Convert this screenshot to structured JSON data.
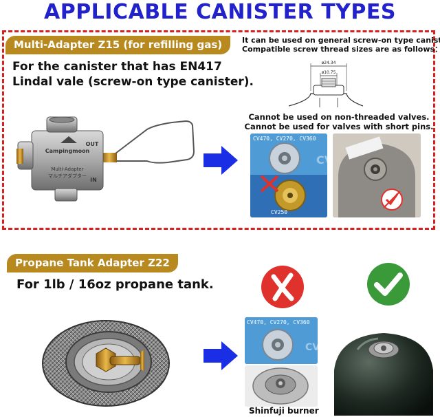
{
  "page": {
    "title": "APPLICABLE CANISTER TYPES"
  },
  "section1": {
    "label": "Multi-Adapter Z15 (for refilling gas)",
    "description_line1": "For the canister that has EN417",
    "description_line2": "Lindal vale (screw-on type canister).",
    "note_top_line1": "It can be used on general screw-on type canister.",
    "note_top_line2": "Compatible screw thread sizes are as follows：",
    "dim_outer": "ø24.34",
    "dim_inner": "ø10.75",
    "note_bottom_line1": "Cannot be used on non-threaded valves.",
    "note_bottom_line2": "Cannot be used for valves with short pins.",
    "adapter_brand": "Campingmoon",
    "adapter_model": "Multi-Adapter",
    "adapter_jp": "マルチアダプター",
    "adapter_out": "OUT",
    "adapter_in": "IN",
    "canister_models": "CV470, CV270, CV360",
    "canister_bad": "CV250"
  },
  "section2": {
    "label": "Propane Tank Adapter Z22",
    "description": "For 1lb / 16oz propane tank.",
    "canister_models": "CV470, CV270, CV360",
    "caption": "Shinfuji burner"
  },
  "colors": {
    "title": "#2222cc",
    "label_bg": "#b8891e",
    "dashed_border": "#d62020",
    "arrow": "#1a2ee6",
    "cross_bg": "#e0322c",
    "check_bg": "#3a9a3a"
  },
  "icons": {
    "arrow": "arrow-right-icon",
    "cross": "cross-icon",
    "check": "check-icon"
  }
}
